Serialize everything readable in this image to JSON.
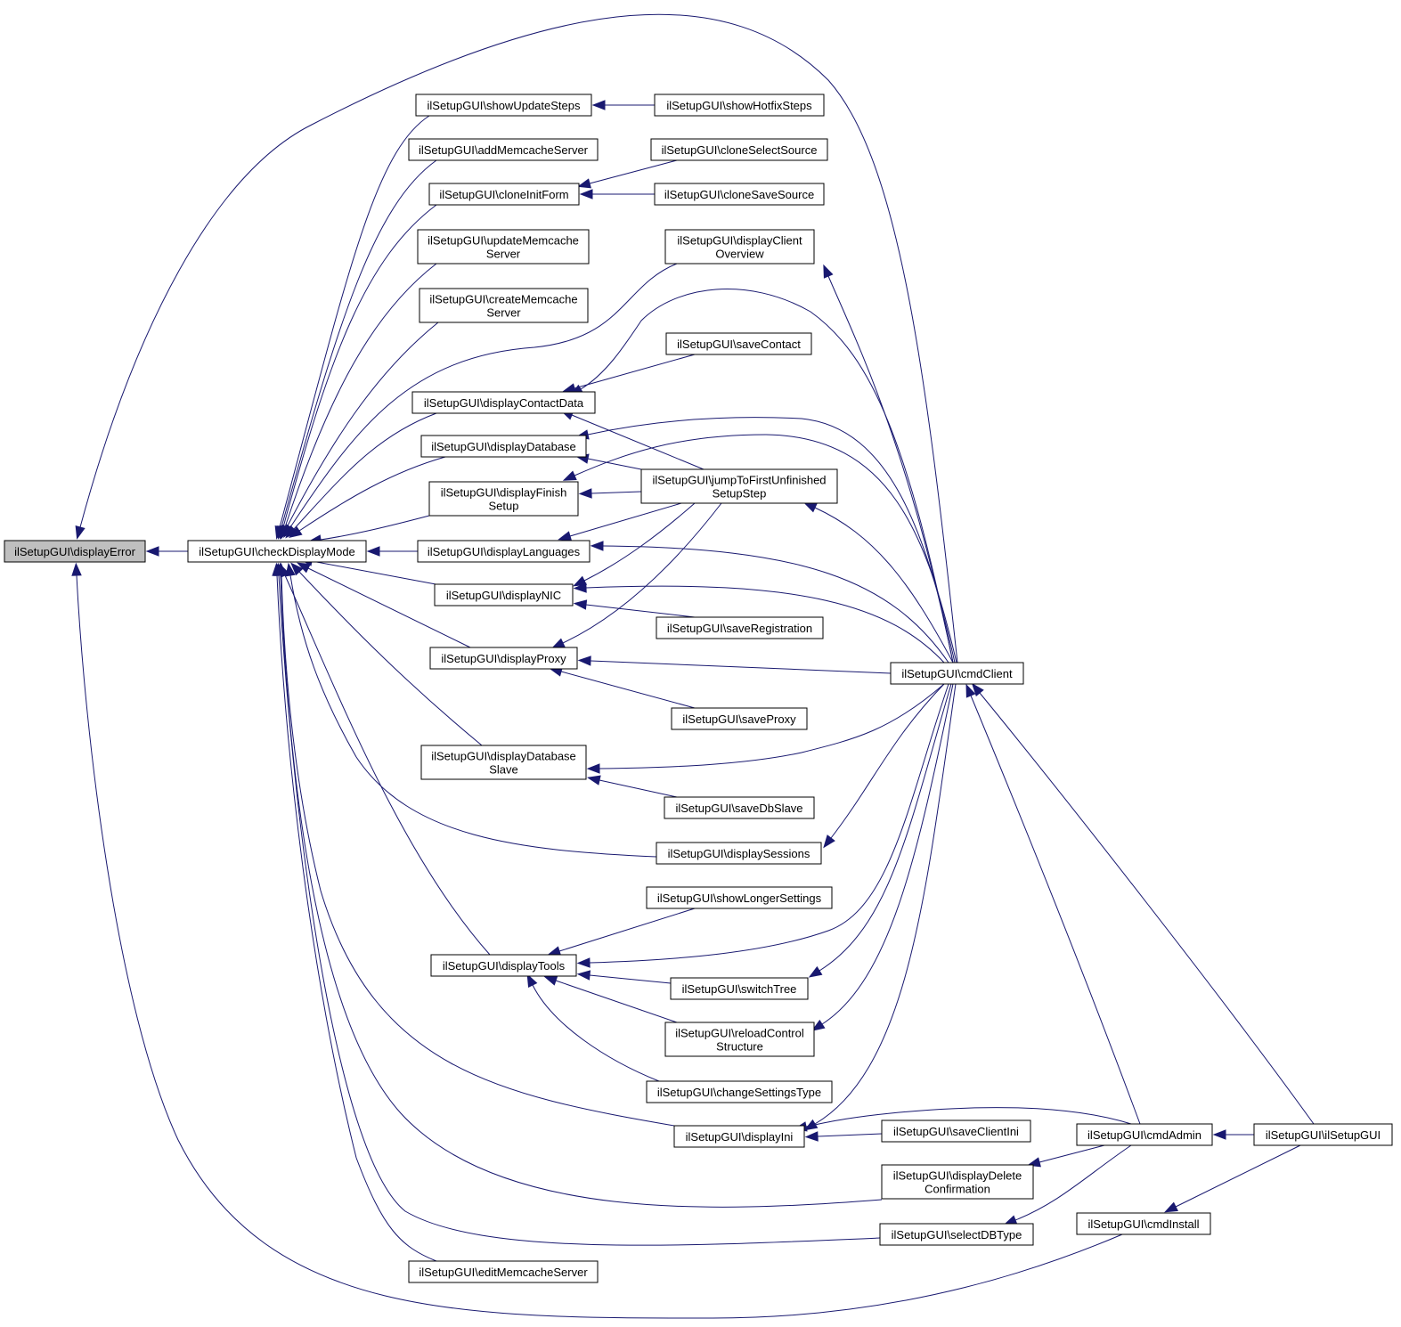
{
  "diagram": {
    "type": "call-graph",
    "colors": {
      "edge": "#191970",
      "current_node_fill": "#bfbfbf",
      "node_fill": "#ffffff",
      "node_border": "#000000"
    },
    "nodes": [
      {
        "id": "displayError",
        "lines": [
          "ilSetupGUI\\displayError"
        ],
        "current": true
      },
      {
        "id": "checkDisplayMode",
        "lines": [
          "ilSetupGUI\\checkDisplayMode"
        ]
      },
      {
        "id": "showUpdateSteps",
        "lines": [
          "ilSetupGUI\\showUpdateSteps"
        ]
      },
      {
        "id": "addMemcacheServer",
        "lines": [
          "ilSetupGUI\\addMemcacheServer"
        ]
      },
      {
        "id": "cloneInitForm",
        "lines": [
          "ilSetupGUI\\cloneInitForm"
        ]
      },
      {
        "id": "updateMemcacheServer",
        "lines": [
          "ilSetupGUI\\updateMemcache",
          "Server"
        ]
      },
      {
        "id": "createMemcacheServer",
        "lines": [
          "ilSetupGUI\\createMemcache",
          "Server"
        ]
      },
      {
        "id": "displayContactData",
        "lines": [
          "ilSetupGUI\\displayContactData"
        ]
      },
      {
        "id": "displayDatabase",
        "lines": [
          "ilSetupGUI\\displayDatabase"
        ]
      },
      {
        "id": "displayFinishSetup",
        "lines": [
          "ilSetupGUI\\displayFinish",
          "Setup"
        ]
      },
      {
        "id": "displayLanguages",
        "lines": [
          "ilSetupGUI\\displayLanguages"
        ]
      },
      {
        "id": "displayNIC",
        "lines": [
          "ilSetupGUI\\displayNIC"
        ]
      },
      {
        "id": "displayProxy",
        "lines": [
          "ilSetupGUI\\displayProxy"
        ]
      },
      {
        "id": "displayDatabaseSlave",
        "lines": [
          "ilSetupGUI\\displayDatabase",
          "Slave"
        ]
      },
      {
        "id": "displayTools",
        "lines": [
          "ilSetupGUI\\displayTools"
        ]
      },
      {
        "id": "editMemcacheServer",
        "lines": [
          "ilSetupGUI\\editMemcacheServer"
        ]
      },
      {
        "id": "showHotfixSteps",
        "lines": [
          "ilSetupGUI\\showHotfixSteps"
        ]
      },
      {
        "id": "cloneSelectSource",
        "lines": [
          "ilSetupGUI\\cloneSelectSource"
        ]
      },
      {
        "id": "cloneSaveSource",
        "lines": [
          "ilSetupGUI\\cloneSaveSource"
        ]
      },
      {
        "id": "displayClientOverview",
        "lines": [
          "ilSetupGUI\\displayClient",
          "Overview"
        ]
      },
      {
        "id": "saveContact",
        "lines": [
          "ilSetupGUI\\saveContact"
        ]
      },
      {
        "id": "jumpToFirstUnfinishedSetupStep",
        "lines": [
          "ilSetupGUI\\jumpToFirstUnfinished",
          "SetupStep"
        ]
      },
      {
        "id": "saveRegistration",
        "lines": [
          "ilSetupGUI\\saveRegistration"
        ]
      },
      {
        "id": "saveProxy",
        "lines": [
          "ilSetupGUI\\saveProxy"
        ]
      },
      {
        "id": "saveDbSlave",
        "lines": [
          "ilSetupGUI\\saveDbSlave"
        ]
      },
      {
        "id": "displaySessions",
        "lines": [
          "ilSetupGUI\\displaySessions"
        ]
      },
      {
        "id": "showLongerSettings",
        "lines": [
          "ilSetupGUI\\showLongerSettings"
        ]
      },
      {
        "id": "switchTree",
        "lines": [
          "ilSetupGUI\\switchTree"
        ]
      },
      {
        "id": "reloadControlStructure",
        "lines": [
          "ilSetupGUI\\reloadControl",
          "Structure"
        ]
      },
      {
        "id": "changeSettingsType",
        "lines": [
          "ilSetupGUI\\changeSettingsType"
        ]
      },
      {
        "id": "displayIni",
        "lines": [
          "ilSetupGUI\\displayIni"
        ]
      },
      {
        "id": "saveClientIni",
        "lines": [
          "ilSetupGUI\\saveClientIni"
        ]
      },
      {
        "id": "displayDeleteConfirmation",
        "lines": [
          "ilSetupGUI\\displayDelete",
          "Confirmation"
        ]
      },
      {
        "id": "selectDBType",
        "lines": [
          "ilSetupGUI\\selectDBType"
        ]
      },
      {
        "id": "cmdClient",
        "lines": [
          "ilSetupGUI\\cmdClient"
        ]
      },
      {
        "id": "cmdAdmin",
        "lines": [
          "ilSetupGUI\\cmdAdmin"
        ]
      },
      {
        "id": "cmdInstall",
        "lines": [
          "ilSetupGUI\\cmdInstall"
        ]
      },
      {
        "id": "ilSetupGUI",
        "lines": [
          "ilSetupGUI\\ilSetupGUI"
        ]
      }
    ],
    "edges": [
      [
        "checkDisplayMode",
        "displayError"
      ],
      [
        "cmdClient",
        "displayError"
      ],
      [
        "cmdInstall",
        "displayError"
      ],
      [
        "showUpdateSteps",
        "checkDisplayMode"
      ],
      [
        "addMemcacheServer",
        "checkDisplayMode"
      ],
      [
        "cloneInitForm",
        "checkDisplayMode"
      ],
      [
        "updateMemcacheServer",
        "checkDisplayMode"
      ],
      [
        "createMemcacheServer",
        "checkDisplayMode"
      ],
      [
        "displayClientOverview",
        "checkDisplayMode"
      ],
      [
        "displayContactData",
        "checkDisplayMode"
      ],
      [
        "displayDatabase",
        "checkDisplayMode"
      ],
      [
        "displayFinishSetup",
        "checkDisplayMode"
      ],
      [
        "displayLanguages",
        "checkDisplayMode"
      ],
      [
        "displayNIC",
        "checkDisplayMode"
      ],
      [
        "displayProxy",
        "checkDisplayMode"
      ],
      [
        "displayDatabaseSlave",
        "checkDisplayMode"
      ],
      [
        "displaySessions",
        "checkDisplayMode"
      ],
      [
        "displayTools",
        "checkDisplayMode"
      ],
      [
        "displayIni",
        "checkDisplayMode"
      ],
      [
        "displayDeleteConfirmation",
        "checkDisplayMode"
      ],
      [
        "selectDBType",
        "checkDisplayMode"
      ],
      [
        "editMemcacheServer",
        "checkDisplayMode"
      ],
      [
        "showHotfixSteps",
        "showUpdateSteps"
      ],
      [
        "cloneSelectSource",
        "cloneInitForm"
      ],
      [
        "cloneSaveSource",
        "cloneInitForm"
      ],
      [
        "saveContact",
        "displayContactData"
      ],
      [
        "cmdClient",
        "displayContactData"
      ],
      [
        "jumpToFirstUnfinishedSetupStep",
        "displayContactData"
      ],
      [
        "cmdClient",
        "displayDatabase"
      ],
      [
        "jumpToFirstUnfinishedSetupStep",
        "displayDatabase"
      ],
      [
        "cmdClient",
        "displayFinishSetup"
      ],
      [
        "jumpToFirstUnfinishedSetupStep",
        "displayFinishSetup"
      ],
      [
        "cmdClient",
        "displayLanguages"
      ],
      [
        "jumpToFirstUnfinishedSetupStep",
        "displayLanguages"
      ],
      [
        "cmdClient",
        "displayNIC"
      ],
      [
        "jumpToFirstUnfinishedSetupStep",
        "displayNIC"
      ],
      [
        "saveRegistration",
        "displayNIC"
      ],
      [
        "cmdClient",
        "displayProxy"
      ],
      [
        "jumpToFirstUnfinishedSetupStep",
        "displayProxy"
      ],
      [
        "saveProxy",
        "displayProxy"
      ],
      [
        "cmdClient",
        "displayDatabaseSlave"
      ],
      [
        "saveDbSlave",
        "displayDatabaseSlave"
      ],
      [
        "cmdClient",
        "displaySessions"
      ],
      [
        "showLongerSettings",
        "displayTools"
      ],
      [
        "cmdClient",
        "displayTools"
      ],
      [
        "switchTree",
        "displayTools"
      ],
      [
        "reloadControlStructure",
        "displayTools"
      ],
      [
        "changeSettingsType",
        "displayTools"
      ],
      [
        "cmdClient",
        "displayClientOverview"
      ],
      [
        "cmdClient",
        "jumpToFirstUnfinishedSetupStep"
      ],
      [
        "cmdClient",
        "switchTree"
      ],
      [
        "cmdClient",
        "reloadControlStructure"
      ],
      [
        "cmdClient",
        "displayIni"
      ],
      [
        "cmdAdmin",
        "displayIni"
      ],
      [
        "saveClientIni",
        "displayIni"
      ],
      [
        "cmdAdmin",
        "displayDeleteConfirmation"
      ],
      [
        "cmdAdmin",
        "selectDBType"
      ],
      [
        "cmdAdmin",
        "cmdClient"
      ],
      [
        "ilSetupGUI",
        "cmdClient"
      ],
      [
        "ilSetupGUI",
        "cmdAdmin"
      ],
      [
        "ilSetupGUI",
        "cmdInstall"
      ]
    ]
  }
}
